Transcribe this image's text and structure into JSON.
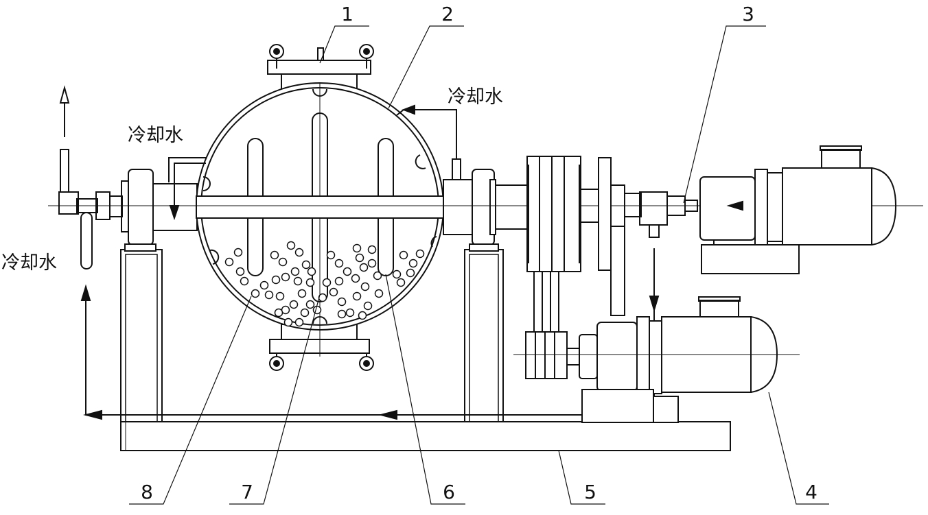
{
  "labels": {
    "cooling_water_top_right": "冷却水",
    "cooling_water_top_left": "冷却水",
    "cooling_water_left": "冷却水"
  },
  "callouts": [
    "1",
    "2",
    "3",
    "4",
    "5",
    "6",
    "7",
    "8"
  ],
  "colors": {
    "line": "#111111",
    "background": "#ffffff"
  }
}
